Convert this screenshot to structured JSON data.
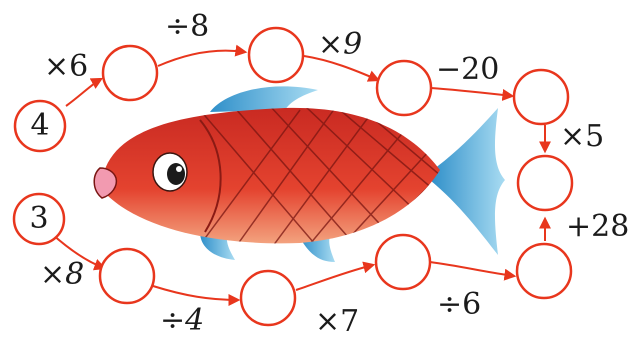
{
  "colors": {
    "circle": "#e8361d",
    "arrow": "#e8361d",
    "text": "#1b1b1b",
    "fish_body": "#e0392a",
    "fish_fin": "#5fb7e0"
  },
  "start_top": "4",
  "start_bottom": "3",
  "top_chain_ops": [
    "×6",
    "÷8",
    "×9",
    "−20",
    "×5"
  ],
  "bottom_chain_ops": [
    "×8",
    "÷4",
    "×7",
    "÷6",
    "+28"
  ]
}
